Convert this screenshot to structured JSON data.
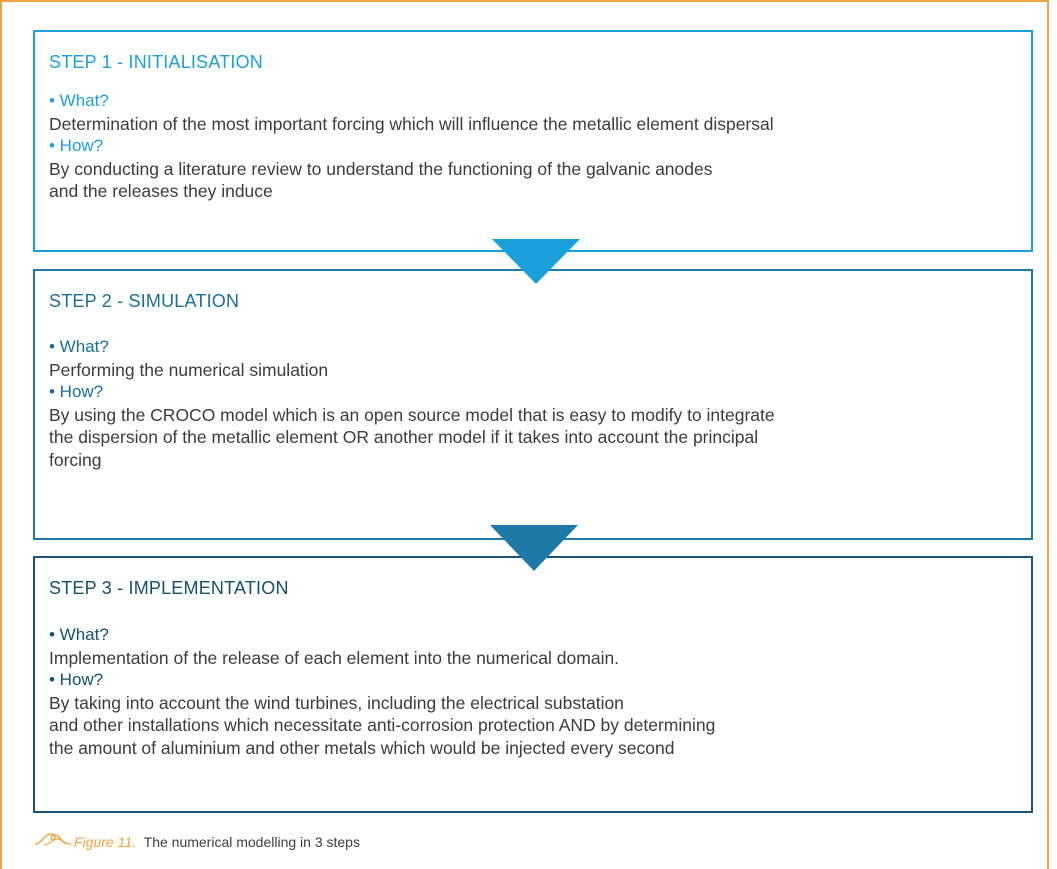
{
  "steps": [
    {
      "title": "STEP 1 - INITIALISATION",
      "what_label": "• What?",
      "what_text": "Determination of the most important forcing which will influence the metallic element dispersal",
      "how_label": "• How?",
      "how_lines": [
        "By conducting a literature review to understand the functioning of the galvanic anodes",
        "and the releases they induce"
      ]
    },
    {
      "title": "STEP 2 - SIMULATION",
      "what_label": "• What?",
      "what_text": "Performing the numerical simulation",
      "how_label": "• How?",
      "how_lines": [
        "By using the CROCO model which is an open source model that is easy to modify to integrate",
        "the dispersion of the metallic element OR another model if it takes into account the principal",
        "forcing"
      ]
    },
    {
      "title": "STEP 3 - IMPLEMENTATION",
      "what_label": "• What?",
      "what_text": "Implementation of the release of each element into the numerical domain.",
      "how_label": "• How?",
      "how_lines": [
        "By taking into account the wind turbines, including the electrical substation",
        "and other installations which necessitate anti-corrosion protection AND by determining",
        "the amount of aluminium and other metals which would be injected every second"
      ]
    }
  ],
  "caption": {
    "figure_label": "Figure 11.",
    "text": "The numerical modelling in 3 steps"
  },
  "colors": {
    "frame": "#f2a444",
    "step1": "#1aa1dc",
    "step2": "#1d7aa6",
    "step3": "#1a5578",
    "text": "#3c3c3c"
  },
  "icons": {
    "caption_icon": "wave-icon"
  }
}
